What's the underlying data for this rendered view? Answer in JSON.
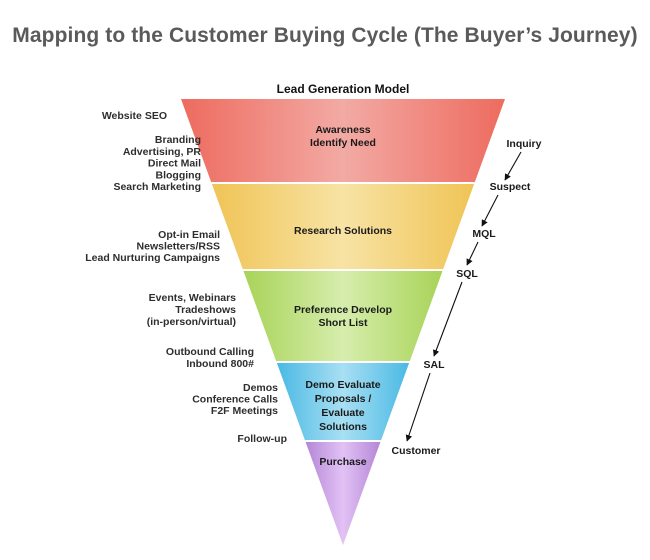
{
  "title": "Mapping to the Customer Buying Cycle (The Buyer’s Journey)",
  "diagram": {
    "model_title": "Lead Generation Model",
    "stages": [
      {
        "lines": [
          "Awareness",
          "Identify Need"
        ]
      },
      {
        "lines": [
          "Research Solutions"
        ]
      },
      {
        "lines": [
          "Preference Develop",
          "Short List"
        ]
      },
      {
        "lines": [
          "Demo Evaluate",
          "Proposals /",
          "Evaluate",
          "Solutions"
        ]
      },
      {
        "lines": [
          "Purchase"
        ]
      }
    ],
    "activities": [
      {
        "lines": [
          "Website SEO"
        ]
      },
      {
        "lines": [
          "Branding",
          "Advertising, PR",
          "Direct Mail",
          "Blogging",
          "Search Marketing"
        ]
      },
      {
        "lines": [
          "Opt-in Email",
          "Newsletters/RSS",
          "Lead Nurturing Campaigns"
        ]
      },
      {
        "lines": [
          "Events, Webinars",
          "Tradeshows",
          "(in-person/virtual)"
        ]
      },
      {
        "lines": [
          "Outbound Calling",
          "Inbound 800#"
        ]
      },
      {
        "lines": [
          "Demos",
          "Conference Calls",
          "F2F Meetings"
        ]
      },
      {
        "lines": [
          "Follow-up"
        ]
      }
    ],
    "statuses": [
      "Inquiry",
      "Suspect",
      "MQL",
      "SQL",
      "SAL",
      "Customer"
    ],
    "colors": {
      "awareness": [
        "#ee6b5f",
        "#f2aaa4",
        "#ee6b5f"
      ],
      "research": [
        "#f0c456",
        "#f7e3a4",
        "#f0c456"
      ],
      "preference": [
        "#a8d358",
        "#d6edac",
        "#a8d358"
      ],
      "demo": [
        "#49b9e4",
        "#a8dff3",
        "#49b9e4"
      ],
      "purchase": [
        "#b485d6",
        "#e2c2f5",
        "#b485d6"
      ],
      "separator": "#ffffff",
      "arrow": "#111111"
    }
  }
}
